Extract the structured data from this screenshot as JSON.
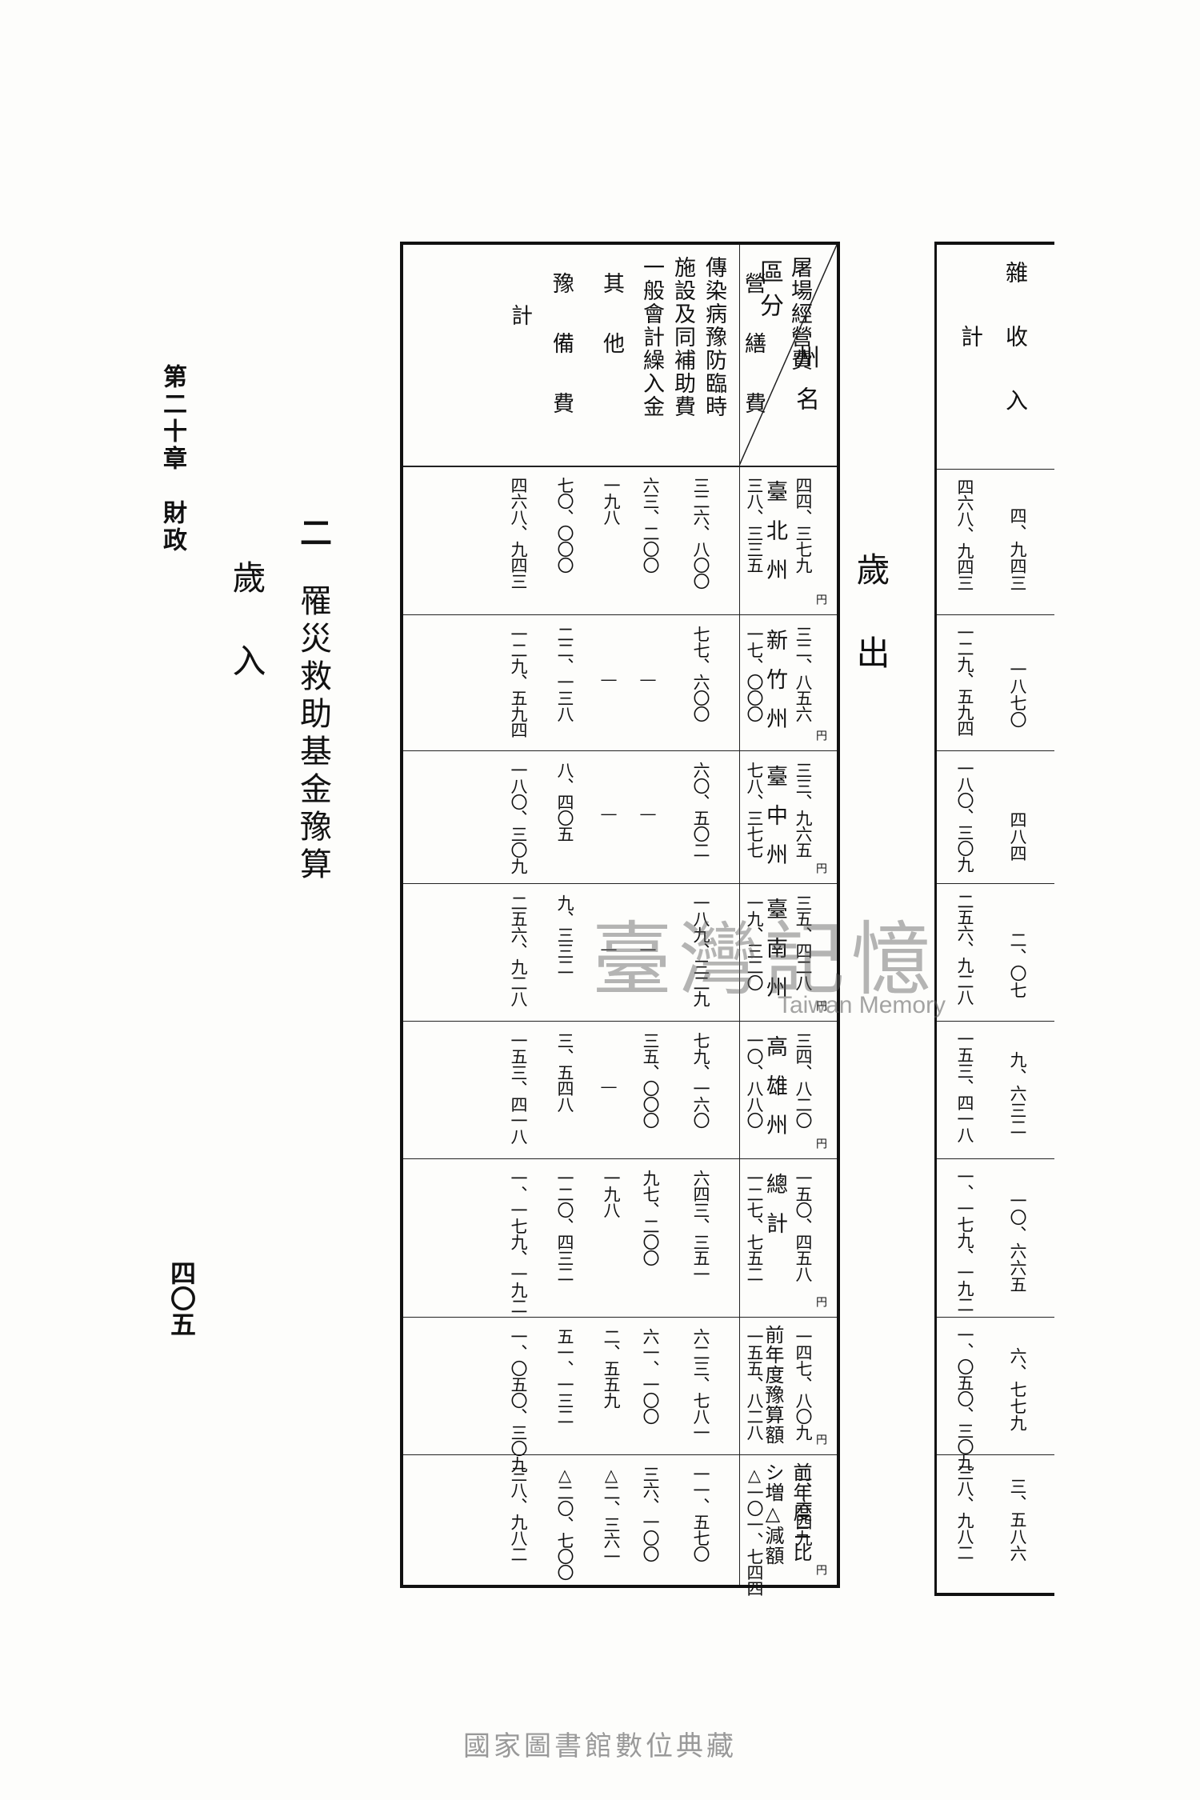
{
  "running_head": "第二十章　財政",
  "page_number": "四〇五",
  "section": {
    "number": "二",
    "title": "罹災救助基金豫算"
  },
  "subheads": {
    "revenue": "歲入",
    "expenditure": "歲出"
  },
  "main_table": {
    "header_corner": {
      "top": "州名",
      "bottom": "區分"
    },
    "row_labels": [
      [
        "屠場經營費"
      ],
      [
        "營",
        "繕",
        "費"
      ],
      [
        "傳染病豫防臨時",
        "施設及同補助費"
      ],
      [
        "一般會計繰入金"
      ],
      [
        "其",
        "他"
      ],
      [
        "豫",
        "備",
        "費"
      ],
      [
        "計"
      ]
    ],
    "columns": [
      {
        "name": "臺北州",
        "unit": "円",
        "values": [
          "四四、三七九",
          "三八、三三五",
          "三二六、八〇〇",
          "六三、二〇〇",
          "一九八",
          "七〇、〇〇〇",
          "四六八、九四三"
        ]
      },
      {
        "name": "新竹州",
        "unit": "円",
        "values": [
          "三二、八五六",
          "一七、〇〇〇",
          "七七、六〇〇",
          "—",
          "—",
          "二二、一三八",
          "一二九、五九四"
        ]
      },
      {
        "name": "臺中州",
        "unit": "円",
        "values": [
          "三三、九六五",
          "七八、三七七",
          "六〇、五〇二",
          "—",
          "—",
          "八、四〇五",
          "一八〇、三〇九"
        ]
      },
      {
        "name": "臺南州",
        "unit": "円",
        "values": [
          "三五、四二八",
          "一九、三二〇",
          "一八九、三二九",
          "—",
          "—",
          "九、三三二",
          "二五六、九二八"
        ]
      },
      {
        "name": "高雄州",
        "unit": "円",
        "values": [
          "三四、八二〇",
          "一〇、八八〇",
          "七九、一六〇",
          "三五、〇〇〇",
          "—",
          "三、五四八",
          "一五三、四一八"
        ]
      },
      {
        "name": "總計",
        "unit": "円",
        "values": [
          "一五〇、四五八",
          "一二七、七五二",
          "六四三、三五一",
          "九七、二〇〇",
          "一九八",
          "一二〇、四三二",
          "一、一七九、一九二"
        ]
      },
      {
        "name": "前年度豫算額",
        "unit": "円",
        "values": [
          "一四七、八〇九",
          "一五五、八二八",
          "六二三、七八一",
          "六一、一〇〇",
          "二、五五九",
          "五一、一三二",
          "一、〇五〇、三〇九"
        ]
      },
      {
        "name": "前年度ニ比シ増△減額",
        "unit": "円",
        "values": [
          "二、六四九",
          "△一〇一、七四四",
          "一一、五七〇",
          "三六、一〇〇",
          "△二、三六一",
          "△二〇、七〇〇",
          "三八、九八二"
        ]
      }
    ]
  },
  "right_table": {
    "row_labels": [
      "雜收入",
      "計"
    ],
    "values": [
      [
        "四、九四三",
        "四六八、九四三"
      ],
      [
        "一八七〇",
        "一二九、五九四"
      ],
      [
        "四八四",
        "一八〇、三〇九"
      ],
      [
        "二、〇七",
        "二五六、九二八"
      ],
      [
        "九、六三二",
        "一五三、四一八"
      ],
      [
        "一〇、六六五",
        "一、一七九、一九二"
      ],
      [
        "六、七七九",
        "一、〇五〇、三〇九"
      ],
      [
        "三、五八六",
        "三八、九八二"
      ]
    ]
  },
  "watermark": {
    "chinese": "臺灣記憶",
    "english": "Taiwan Memory"
  },
  "footer": "國家圖書館數位典藏"
}
